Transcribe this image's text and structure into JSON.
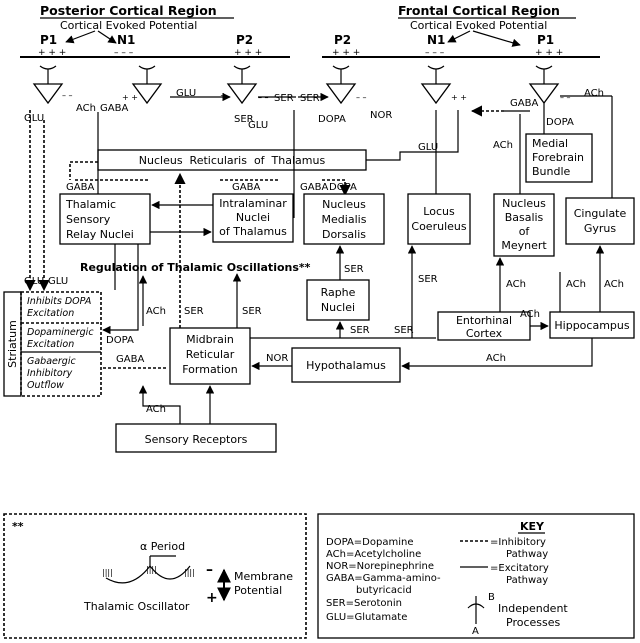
{
  "posterior": {
    "title": "Posterior Cortical Region",
    "cep": "Cortical Evoked Potential",
    "p1": "P1",
    "p1_sign": "+ + +",
    "n1": "N1",
    "n1_sign": "– – –",
    "p2": "P2",
    "p2_sign": "+ + +"
  },
  "frontal": {
    "title": "Frontal Cortical Region",
    "cep": "Cortical Evoked Potential",
    "p2": "P2",
    "p2_sign": "+ + +",
    "n1": "N1",
    "n1_sign": "– – –",
    "p1": "P1",
    "p1_sign": "+ + +"
  },
  "labels": {
    "glu": "GLU",
    "ach": "ACh",
    "gaba": "GABA",
    "ser": "SER",
    "dopa": "DOPA",
    "nor": "NOR"
  },
  "boxes": {
    "nucleus_reticularis": "Nucleus  Reticularis  of  Thalamus",
    "thalamic_sensory": [
      "Thalamic",
      "Sensory",
      "Relay Nuclei"
    ],
    "intralaminar": [
      "Intralaminar",
      "Nuclei",
      "of Thalamus"
    ],
    "medialis": [
      "Nucleus",
      "Medialis",
      "Dorsalis"
    ],
    "locus": [
      "Locus",
      "Coeruleus"
    ],
    "basalis": [
      "Nucleus",
      "Basalis",
      "of",
      "Meynert"
    ],
    "cingulate": [
      "Cingulate",
      "Gyrus"
    ],
    "forebrain": [
      "Medial",
      "Forebrain",
      "Bundle"
    ],
    "raphe": [
      "Raphe",
      "Nuclei"
    ],
    "entorhinal": [
      "Entorhinal",
      "Cortex"
    ],
    "hippocampus": "Hippocampus",
    "midbrain": [
      "Midbrain",
      "Reticular",
      "Formation"
    ],
    "hypothalamus": "Hypothalamus",
    "sensory_receptors": "Sensory Receptors"
  },
  "regulation": "Regulation of Thalamic Oscillations**",
  "striatum": {
    "label": "Striatum",
    "rows": [
      [
        "Inhibits DOPA",
        "Excitation"
      ],
      [
        "Dopaminergic",
        "Excitation"
      ],
      [
        "Gabaergic",
        "Inhibitory",
        "Outflow"
      ]
    ]
  },
  "oscillator": {
    "stars": "**",
    "alpha": "α Period",
    "caption": "Thalamic Oscillator",
    "membrane": [
      "Membrane",
      "Potential"
    ],
    "minus": "–",
    "plus": "+"
  },
  "key": {
    "title": "KEY",
    "entries": [
      "DOPA=Dopamine",
      "ACh=Acetylcholine",
      "NOR=Norepinephrine",
      "GABA=Gamma-amino-",
      "butyricacid",
      "SER=Serotonin",
      "GLU=Glutamate"
    ],
    "inhibitory": [
      "=Inhibitory",
      "Pathway"
    ],
    "excitatory": [
      "=Excitatory",
      "Pathway"
    ],
    "independent": [
      "Independent",
      "Processes"
    ],
    "a": "A",
    "b": "B"
  }
}
